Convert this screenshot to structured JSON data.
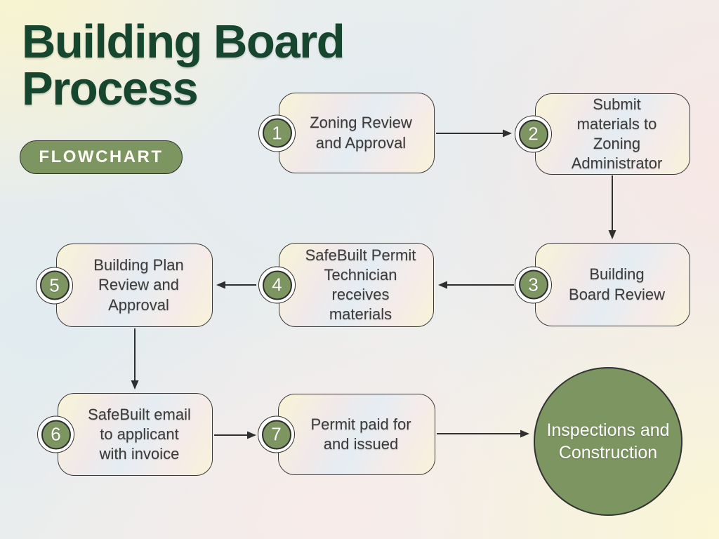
{
  "header": {
    "title": "Building Board\nProcess",
    "badge_label": "FLOWCHART"
  },
  "nodes": [
    {
      "number": "1",
      "label": "Zoning Review\nand Approval"
    },
    {
      "number": "2",
      "label": "Submit\nmaterials to\nZoning\nAdministrator"
    },
    {
      "number": "3",
      "label": "Building\nBoard Review"
    },
    {
      "number": "4",
      "label": "SafeBuilt Permit\nTechnician\nreceives\nmaterials"
    },
    {
      "number": "5",
      "label": "Building Plan\nReview and\nApproval"
    },
    {
      "number": "6",
      "label": "SafeBuilt email\nto applicant\nwith invoice"
    },
    {
      "number": "7",
      "label": "Permit paid for\nand issued"
    }
  ],
  "terminal_node": {
    "label": "Inspections and\nConstruction"
  },
  "edges": [
    {
      "from": "1",
      "to": "2",
      "direction": "right"
    },
    {
      "from": "2",
      "to": "3",
      "direction": "down"
    },
    {
      "from": "3",
      "to": "4",
      "direction": "left"
    },
    {
      "from": "4",
      "to": "5",
      "direction": "left"
    },
    {
      "from": "5",
      "to": "6",
      "direction": "down"
    },
    {
      "from": "6",
      "to": "7",
      "direction": "right"
    },
    {
      "from": "7",
      "to": "terminal",
      "direction": "right"
    }
  ],
  "colors": {
    "accent_green": "#7d9561",
    "title_green": "#17462f",
    "arrow": "#2f2f2f",
    "box_border": "#3a3a3a"
  }
}
